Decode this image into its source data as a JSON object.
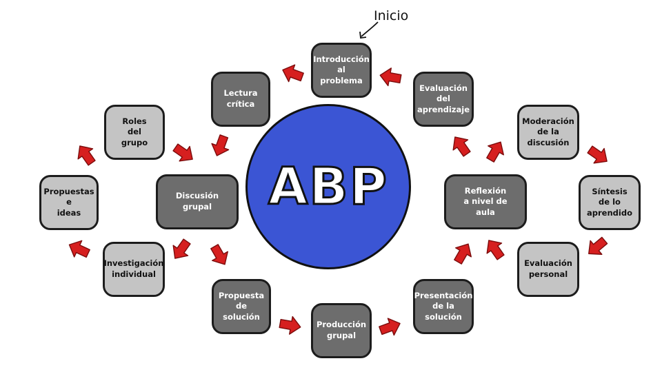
{
  "start_label": "Inicio",
  "center": {
    "label": "ABP"
  },
  "colors": {
    "center_fill": "#3b55d4",
    "dark_box": "#6d6d6d",
    "light_box": "#c4c4c4",
    "arrow": "#d61f1f"
  },
  "nodes": {
    "introduccion": "Introducción\nal\nproblema",
    "lectura": "Lectura\ncrítica",
    "roles": "Roles\ndel\ngrupo",
    "propuestas": "Propuestas\ne\nideas",
    "discusion": "Discusión\ngrupal",
    "investigacion": "Investigación\nindividual",
    "propuesta_solucion": "Propuesta\nde\nsolución",
    "produccion": "Producción\ngrupal",
    "presentacion": "Presentación\nde la\nsolución",
    "reflexion": "Reflexión\na nivel de\naula",
    "evaluacion_aprendizaje": "Evaluación\ndel\naprendizaje",
    "moderacion": "Moderación\nde la\ndiscusión",
    "sintesis": "Síntesis\nde lo\naprendido",
    "evaluacion_personal": "Evaluación\npersonal"
  }
}
